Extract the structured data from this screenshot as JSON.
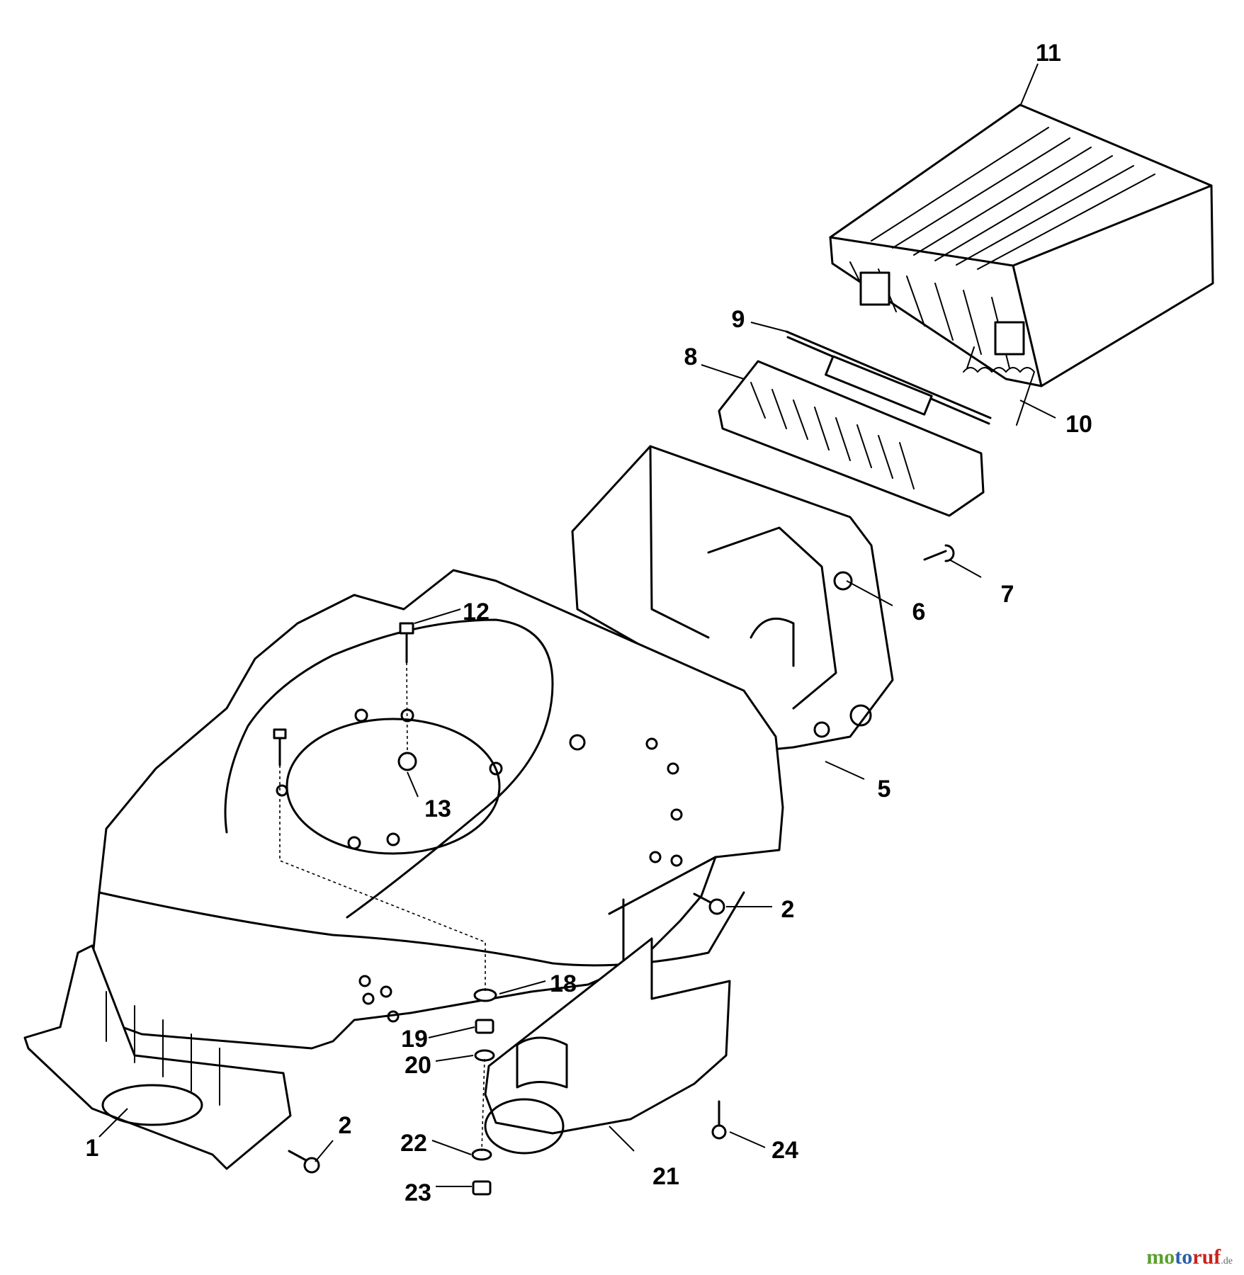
{
  "diagram": {
    "callouts": [
      "11",
      "9",
      "8",
      "10",
      "7",
      "6",
      "12",
      "13",
      "5",
      "2",
      "18",
      "19",
      "20",
      "1",
      "2",
      "22",
      "23",
      "21",
      "24"
    ]
  },
  "watermark": {
    "part1": "mo",
    "part2": "to",
    "part3": "ruf",
    "suffix": ".de"
  }
}
